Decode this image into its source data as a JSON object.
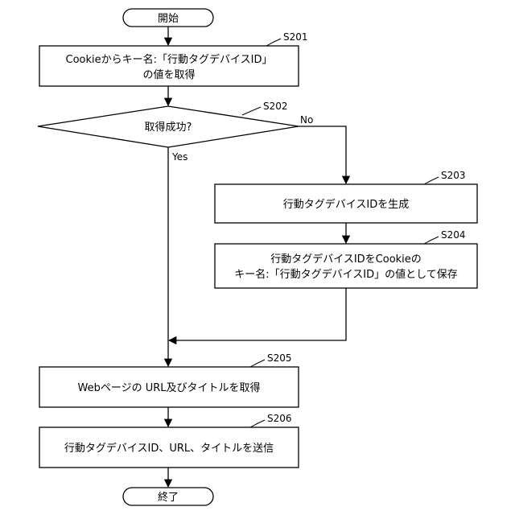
{
  "flowchart": {
    "start": {
      "label": "開始"
    },
    "s201": {
      "step": "S201",
      "line1": "Cookieからキー名:「行動タグデバイスID」",
      "line2": "の値を取得"
    },
    "s202": {
      "step": "S202",
      "label": "取得成功?",
      "no": "No",
      "yes": "Yes"
    },
    "s203": {
      "step": "S203",
      "label": "行動タグデバイスIDを生成"
    },
    "s204": {
      "step": "S204",
      "line1": "行動タグデバイスIDをCookieの",
      "line2": "キー名:「行動タグデバイスID」の値として保存"
    },
    "s205": {
      "step": "S205",
      "label": "Webページの URL及びタイトルを取得"
    },
    "s206": {
      "step": "S206",
      "label": "行動タグデバイスID、URL、タイトルを送信"
    },
    "end": {
      "label": "終了"
    }
  }
}
